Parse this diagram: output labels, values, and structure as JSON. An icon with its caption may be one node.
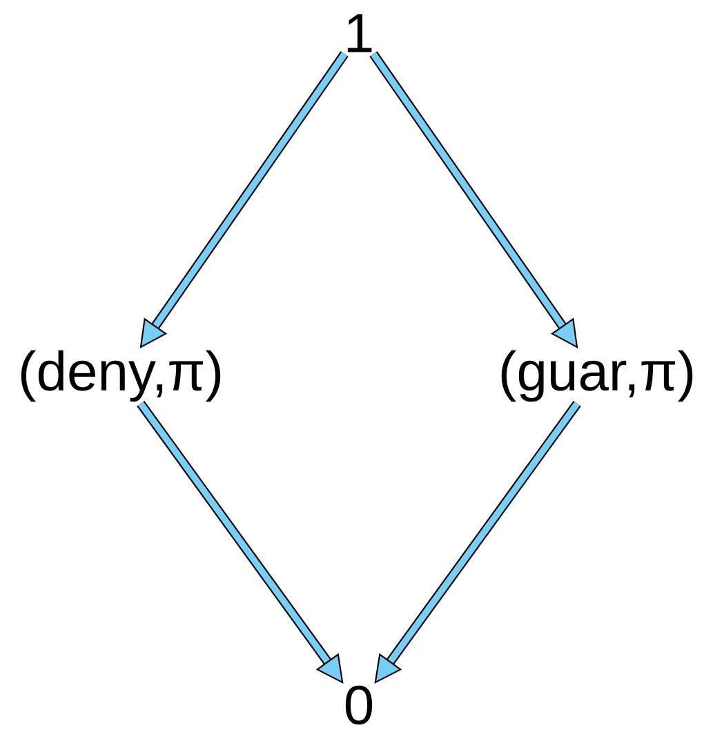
{
  "diagram": {
    "nodes": [
      {
        "text": [
          "1"
        ]
      },
      {
        "text": [
          "(deny,π)"
        ]
      },
      {
        "text": [
          "(guar,π)"
        ]
      },
      {
        "text": [
          "0"
        ]
      }
    ],
    "edges": [
      {
        "from": 0,
        "to": 1,
        "arrow": "to"
      },
      {
        "from": 0,
        "to": 2,
        "arrow": "to"
      },
      {
        "from": 1,
        "to": 3,
        "arrow": "to"
      },
      {
        "from": 2,
        "to": 3,
        "arrow": "to"
      }
    ]
  }
}
